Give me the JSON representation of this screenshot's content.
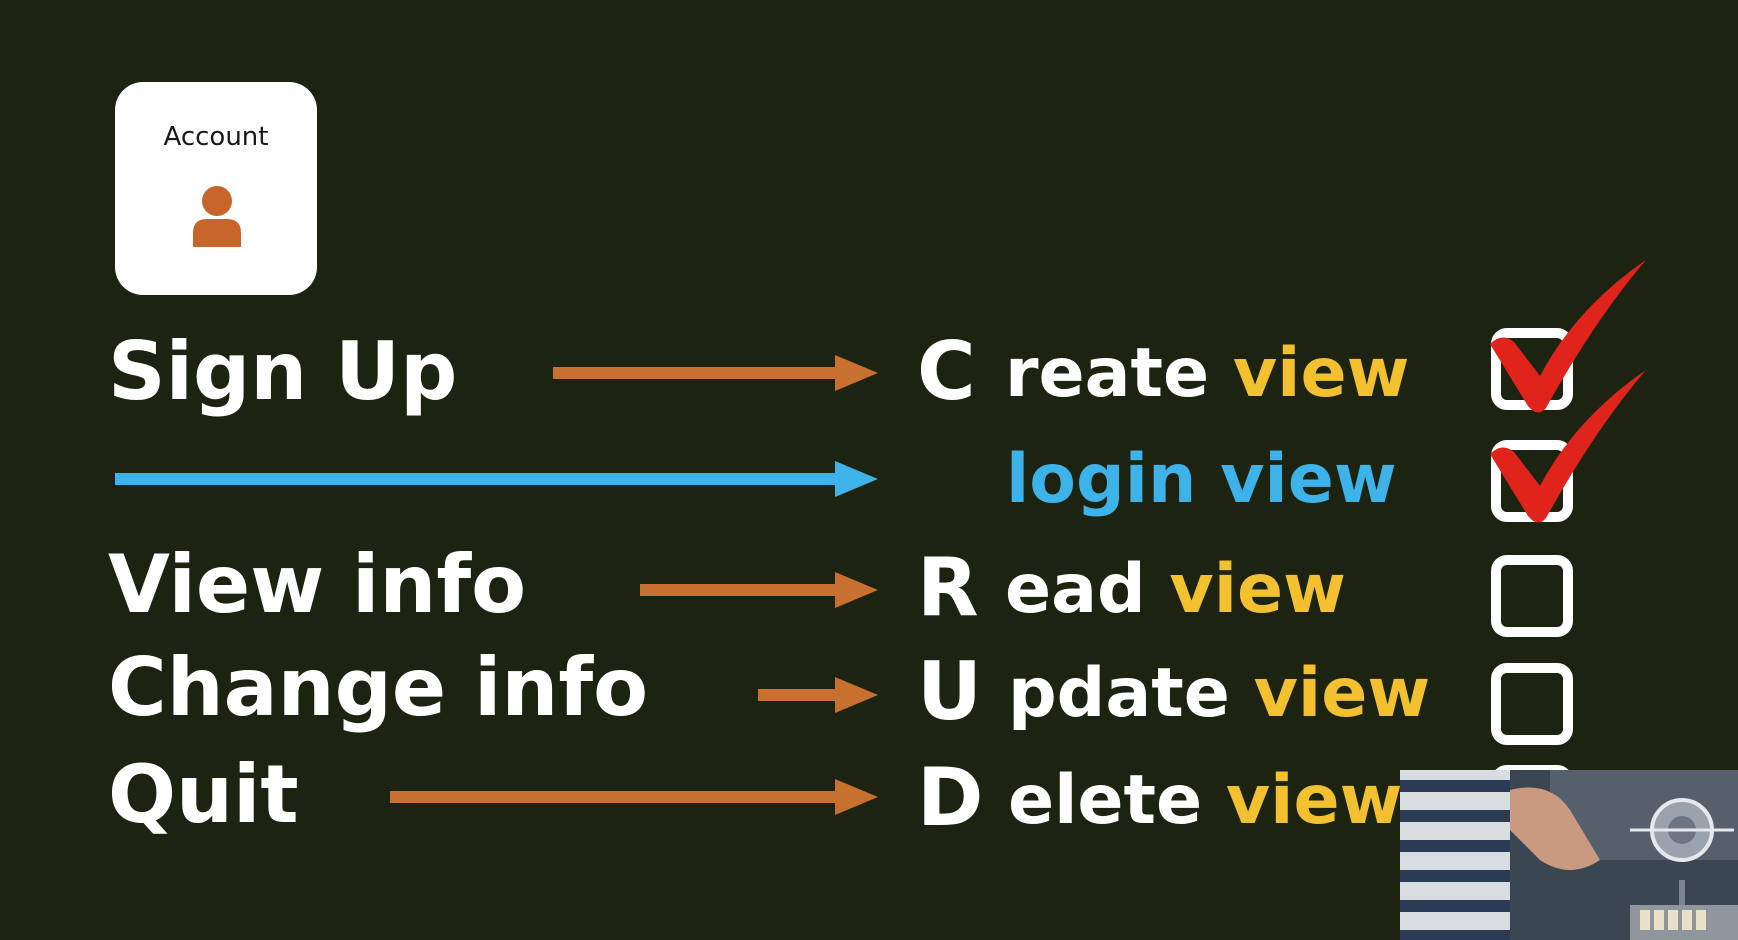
{
  "account_card": {
    "label": "Account",
    "icon": "user-icon",
    "icon_color": "#c8652a"
  },
  "rows": [
    {
      "action": "Sign Up",
      "letter": "C",
      "rest": "reate",
      "view": "view",
      "checked": true,
      "arrow_color": "#c8702d"
    },
    {
      "action": "",
      "letter": "",
      "rest": "",
      "view": "login view",
      "checked": true,
      "arrow_color": "#3db3ea"
    },
    {
      "action": "View info",
      "letter": "R",
      "rest": "ead",
      "view": "view",
      "checked": false,
      "arrow_color": "#c8702d"
    },
    {
      "action": "Change info",
      "letter": "U",
      "rest": "pdate",
      "view": "view",
      "checked": false,
      "arrow_color": "#c8702d"
    },
    {
      "action": "Quit",
      "letter": "D",
      "rest": "elete",
      "view": "view",
      "checked": false,
      "arrow_color": "#c8702d"
    }
  ],
  "colors": {
    "background": "#1c2311",
    "view_text": "#f3c12f",
    "login_text": "#3db3ea",
    "checkmark": "#e0241b"
  }
}
